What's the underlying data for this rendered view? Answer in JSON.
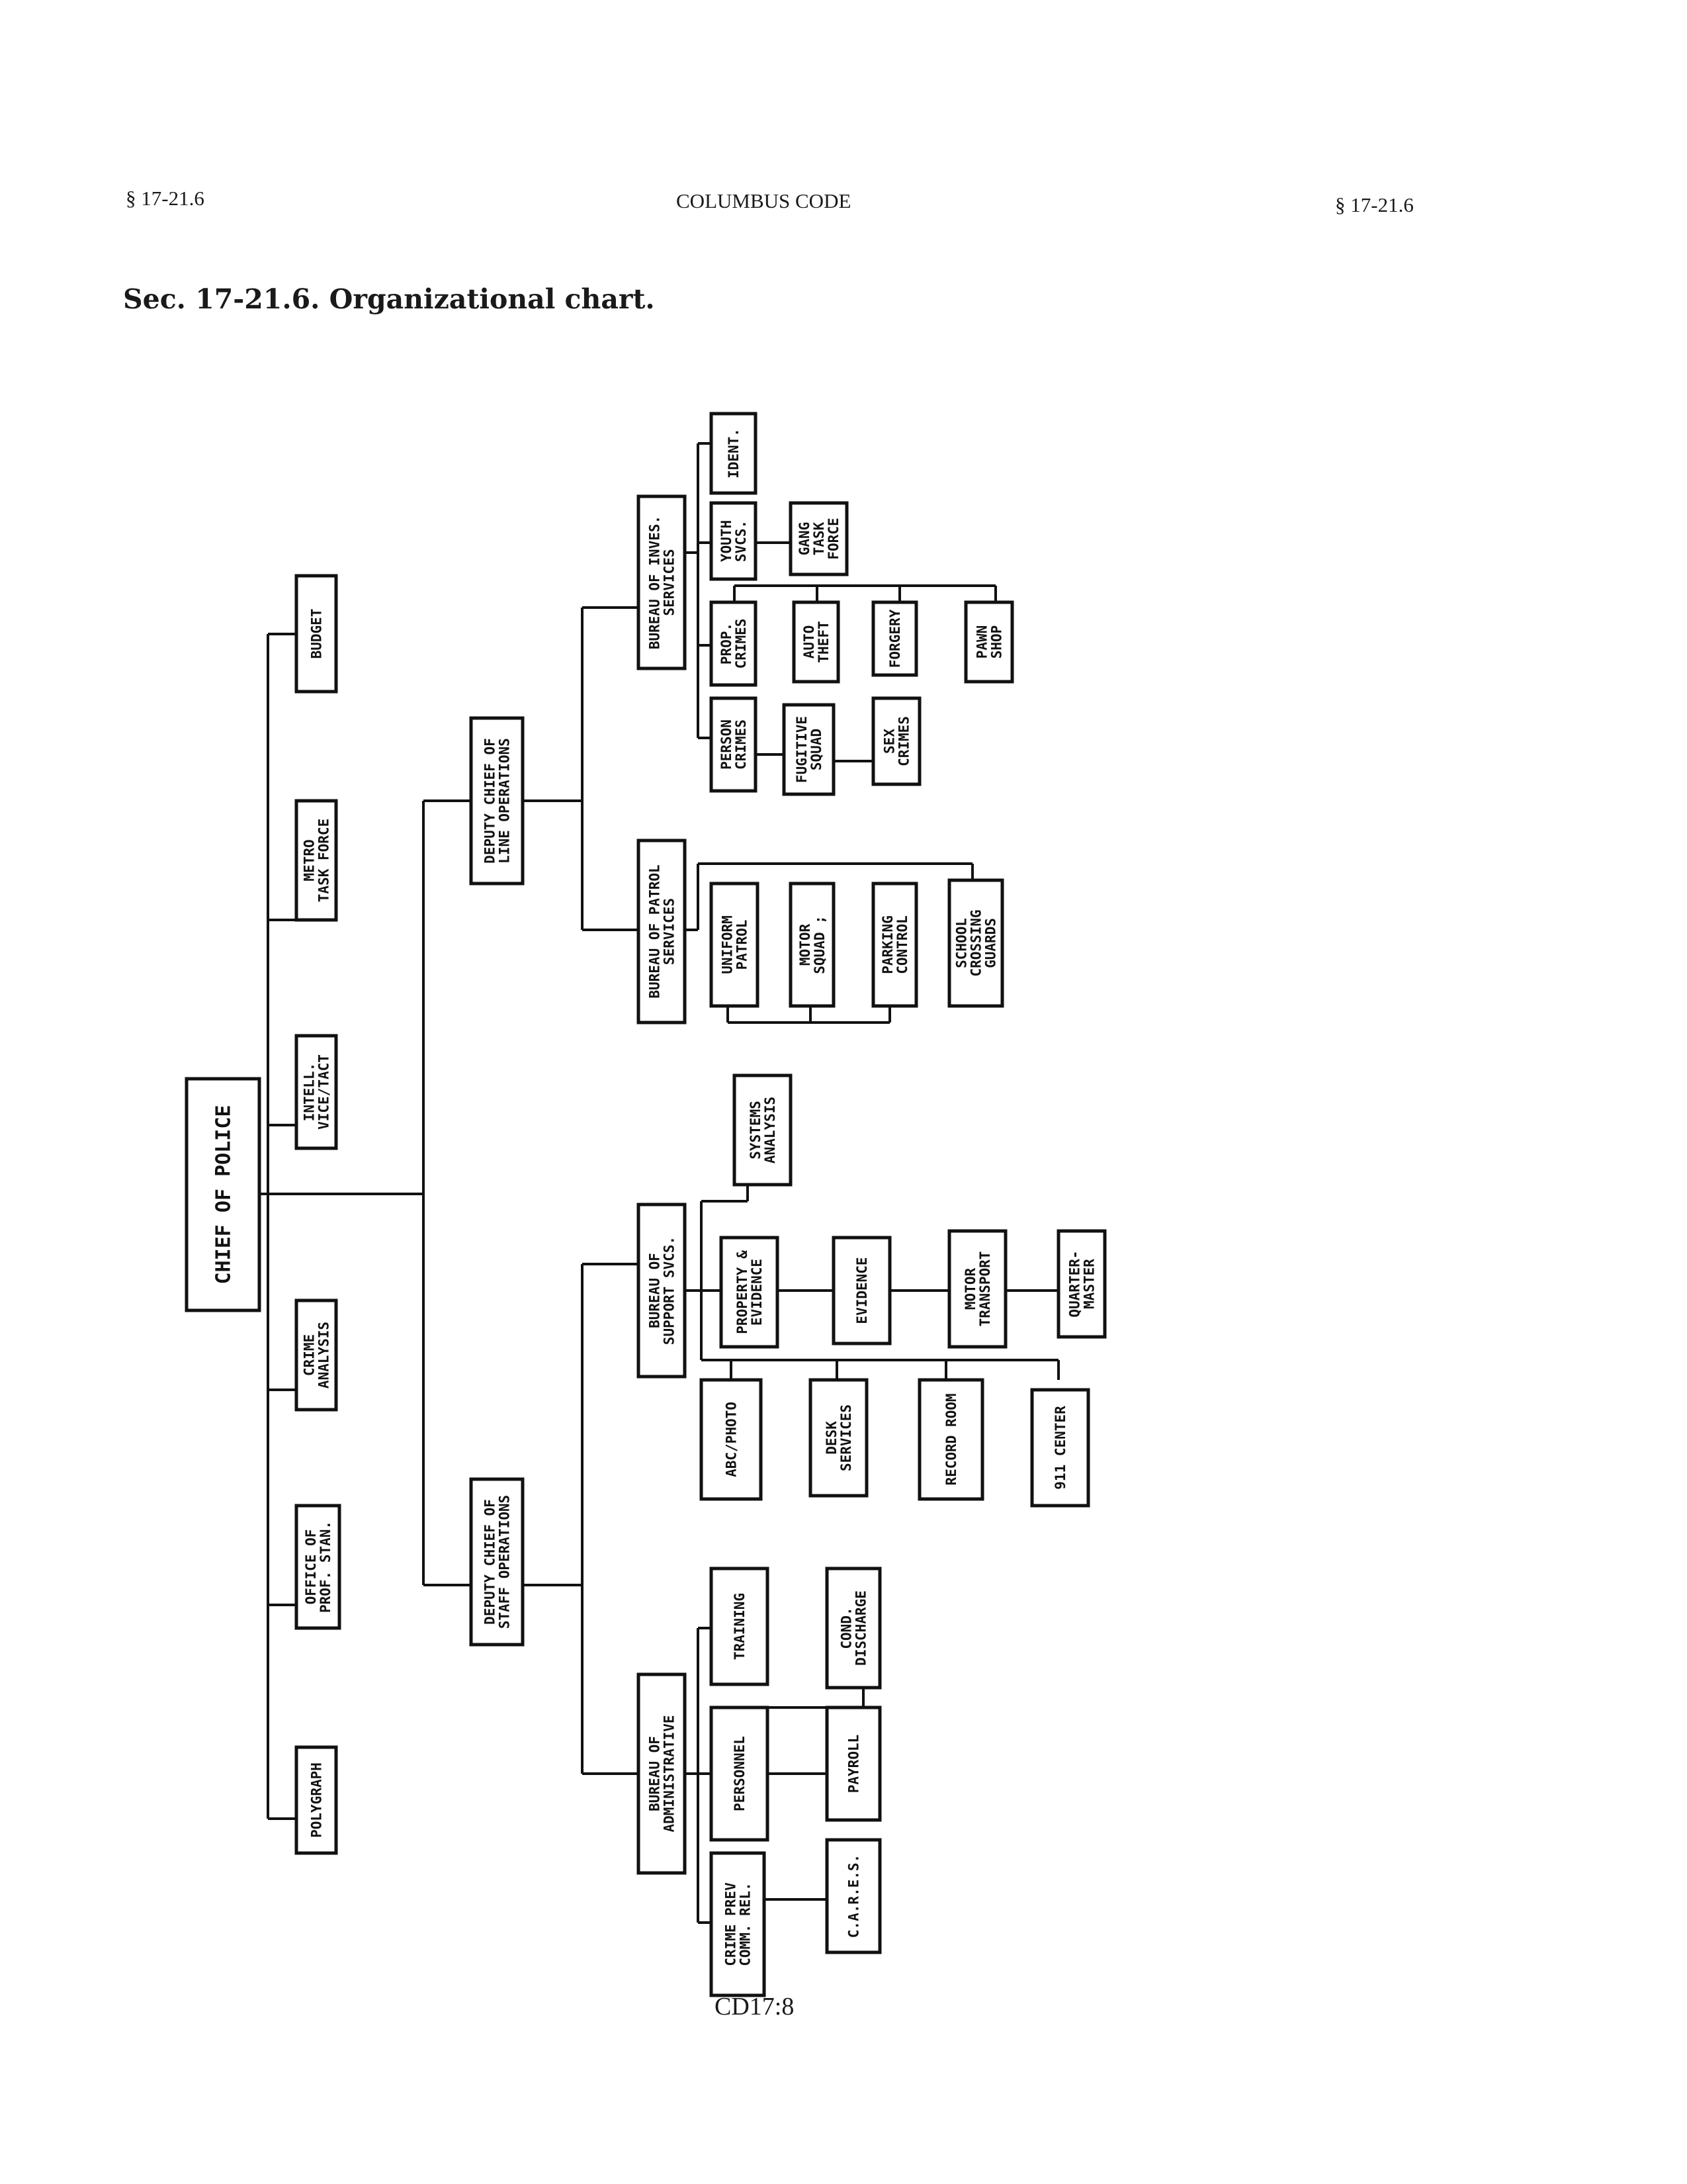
{
  "header": {
    "left": "§ 17-21.6",
    "center": "COLUMBUS CODE",
    "right": "§ 17-21.6"
  },
  "title": "Sec. 17-21.6. Organizational chart.",
  "footer": {
    "page": "CD17:8"
  },
  "org_chart": {
    "chief": [
      "CHIEF OF POLICE"
    ],
    "staff_units": {
      "budget": [
        "BUDGET"
      ],
      "metro": [
        "METRO",
        "TASK FORCE"
      ],
      "intell": [
        "INTELL.",
        "VICE/TACT"
      ],
      "crime_analysis": [
        "CRIME",
        "ANALYSIS"
      ],
      "prof_stan": [
        "OFFICE OF",
        "PROF. STAN."
      ],
      "polygraph": [
        "POLYGRAPH"
      ]
    },
    "deputy_line": [
      "DEPUTY CHIEF OF",
      "LINE OPERATIONS"
    ],
    "deputy_staff": [
      "DEPUTY CHIEF OF",
      "STAFF OPERATIONS"
    ],
    "bureau_inves": [
      "BUREAU OF INVES.",
      "SERVICES"
    ],
    "inves_units": {
      "ident": [
        "IDENT."
      ],
      "youth": [
        "YOUTH",
        "SVCS."
      ],
      "gang": [
        "GANG",
        "TASK",
        "FORCE"
      ],
      "prop": [
        "PROP.",
        "CRIMES"
      ],
      "auto": [
        "AUTO",
        "THEFT"
      ],
      "forgery": [
        "FORGERY"
      ],
      "pawn": [
        "PAWN",
        "SHOP"
      ],
      "person": [
        "PERSON",
        "CRIMES"
      ],
      "fugitive": [
        "FUGITIVE",
        "SQUAD"
      ],
      "sex": [
        "SEX",
        "CRIMES"
      ]
    },
    "bureau_patrol": [
      "BUREAU OF PATROL",
      "SERVICES"
    ],
    "patrol_units": {
      "uniform": [
        "UNIFORM",
        "PATROL"
      ],
      "motor": [
        "MOTOR",
        "SQUAD ;"
      ],
      "parking": [
        "PARKING",
        "CONTROL"
      ],
      "school": [
        "SCHOOL",
        "CROSSING",
        "GUARDS"
      ]
    },
    "bureau_support": [
      "BUREAU OF",
      "SUPPORT SVCS."
    ],
    "support_units": {
      "systems": [
        "SYSTEMS",
        "ANALYSIS"
      ],
      "property": [
        "PROPERTY &",
        "EVIDENCE"
      ],
      "evidence": [
        "EVIDENCE"
      ],
      "motor_transport": [
        "MOTOR",
        "TRANSPORT"
      ],
      "quartermaster": [
        "QUARTER-",
        "MASTER"
      ],
      "abc": [
        "ABC/PHOTO"
      ],
      "desk": [
        "DESK",
        "SERVICES"
      ],
      "record": [
        "RECORD ROOM"
      ],
      "center911": [
        "911 CENTER"
      ]
    },
    "bureau_admin": [
      "BUREAU OF",
      "ADMINISTRATIVE"
    ],
    "admin_units": {
      "training": [
        "TRAINING"
      ],
      "cond": [
        "COND.",
        "DISCHARGE"
      ],
      "personnel": [
        "PERSONNEL"
      ],
      "payroll": [
        "PAYROLL"
      ],
      "crime_prev": [
        "CRIME PREV",
        "COMM. REL."
      ],
      "cares": [
        "C.A.R.E.S."
      ]
    }
  }
}
